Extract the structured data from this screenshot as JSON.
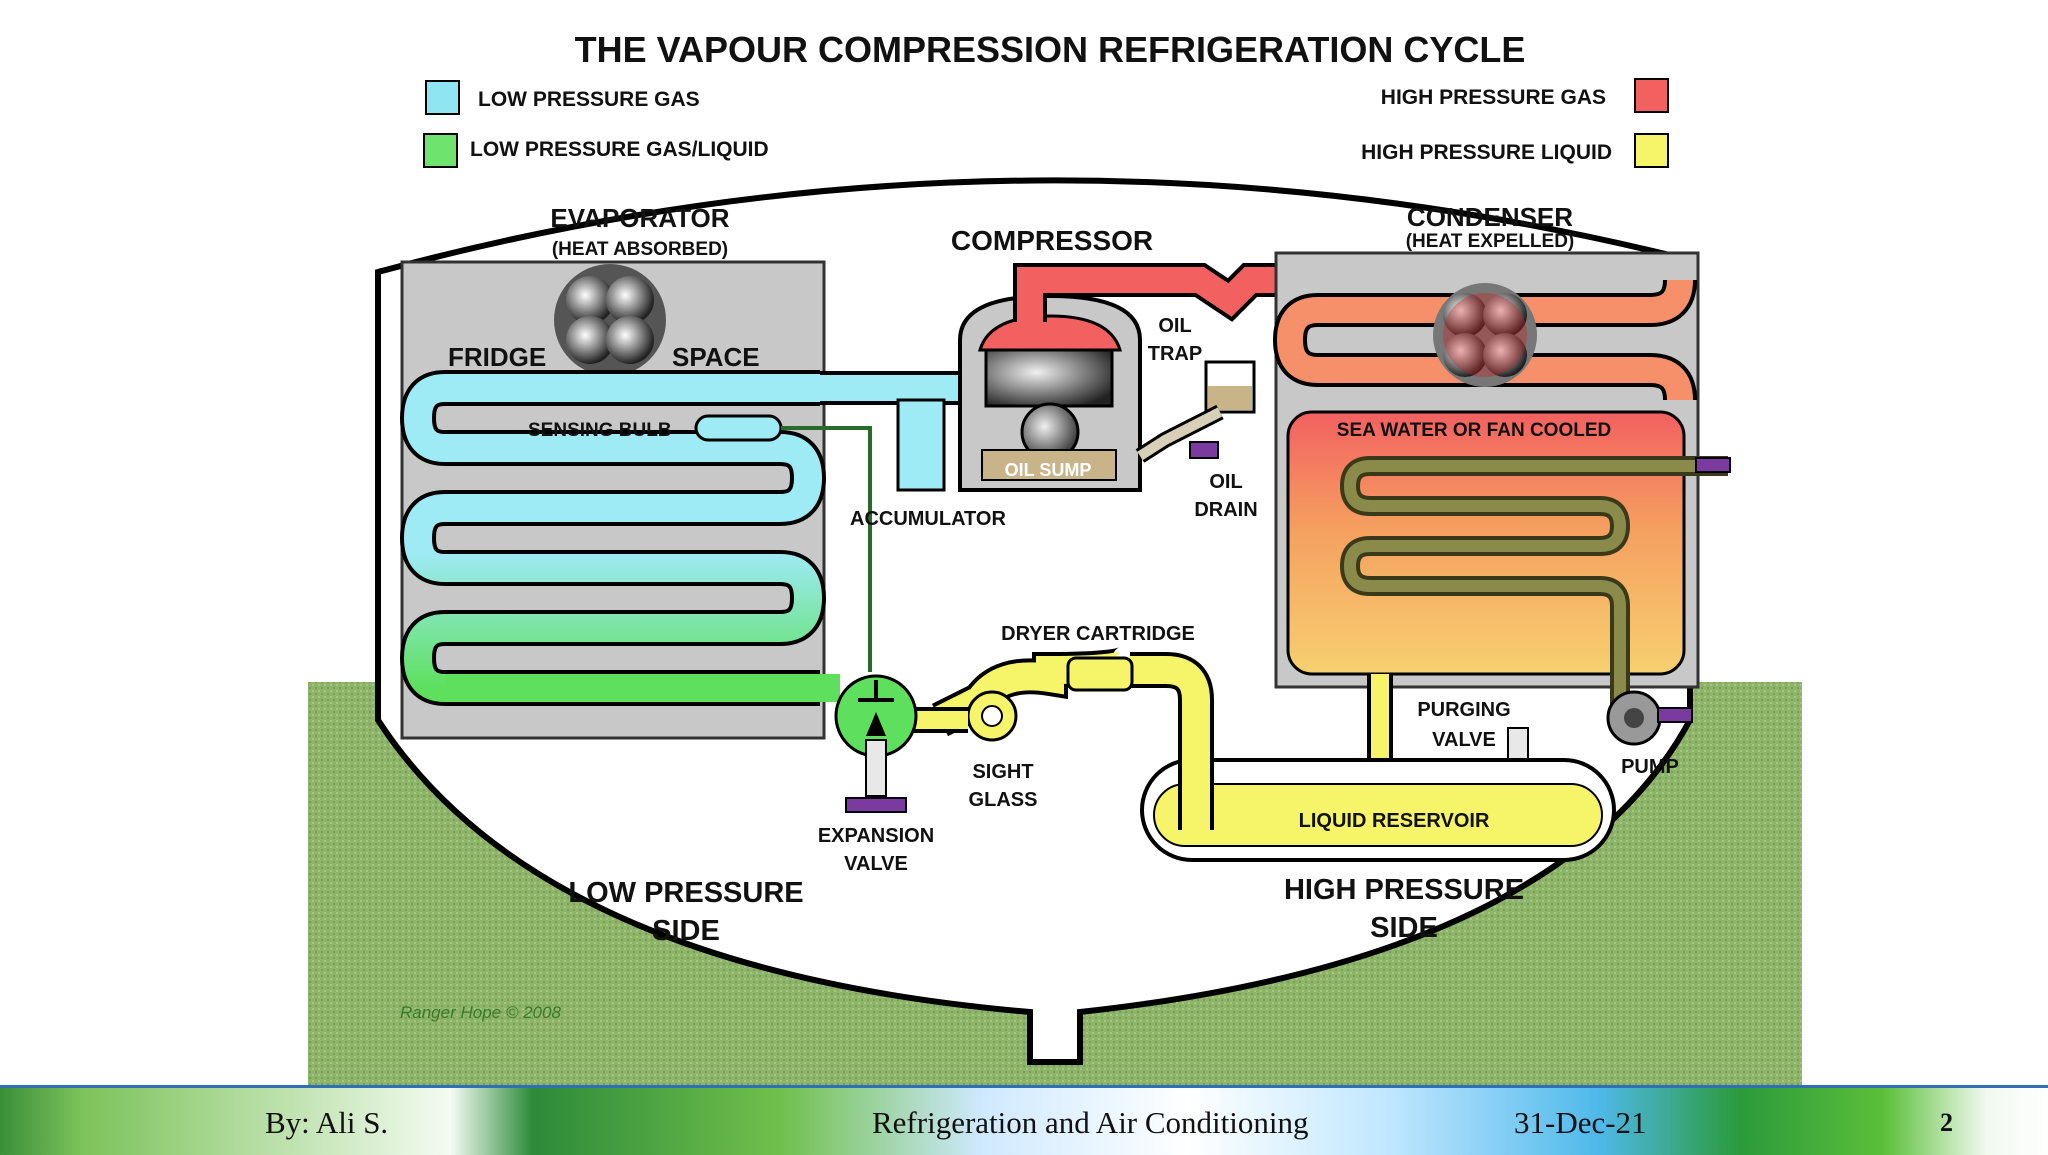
{
  "title": "THE VAPOUR COMPRESSION REFRIGERATION CYCLE",
  "legend": [
    {
      "label": "LOW PRESSURE GAS",
      "color": "#8fe6f2"
    },
    {
      "label": "LOW PRESSURE GAS/LIQUID",
      "color": "#6ee36e"
    },
    {
      "label": "HIGH PRESSURE GAS",
      "color": "#f26060"
    },
    {
      "label": "HIGH PRESSURE LIQUID",
      "color": "#f6f56a"
    }
  ],
  "labels": {
    "evaporator": "EVAPORATOR",
    "heat_absorbed": "(HEAT ABSORBED)",
    "fridge": "FRIDGE",
    "space": "SPACE",
    "sensing_bulb": "SENSING BULB",
    "compressor": "COMPRESSOR",
    "oil_trap_1": "OIL",
    "oil_trap_2": "TRAP",
    "oil_sump": "OIL SUMP",
    "oil_drain_1": "OIL",
    "oil_drain_2": "DRAIN",
    "accumulator": "ACCUMULATOR",
    "condenser": "CONDENSER",
    "heat_expelled": "(HEAT EXPELLED)",
    "sea_water": "SEA WATER OR FAN COOLED",
    "dryer_cartridge": "DRYER CARTRIDGE",
    "sight_glass_1": "SIGHT",
    "sight_glass_2": "GLASS",
    "expansion_valve_1": "EXPANSION",
    "expansion_valve_2": "VALVE",
    "purging_valve_1": "PURGING",
    "purging_valve_2": "VALVE",
    "pump": "PUMP",
    "liquid_reservoir": "LIQUID RESERVOIR",
    "low_side_1": "LOW PRESSURE",
    "low_side_2": "SIDE",
    "high_side_1": "HIGH PRESSURE",
    "high_side_2": "SIDE",
    "credit": "Ranger Hope © 2008"
  },
  "footer": {
    "author": "By: Ali S.",
    "course": "Refrigeration and Air Conditioning",
    "date": "31-Dec-21",
    "page": "2"
  }
}
